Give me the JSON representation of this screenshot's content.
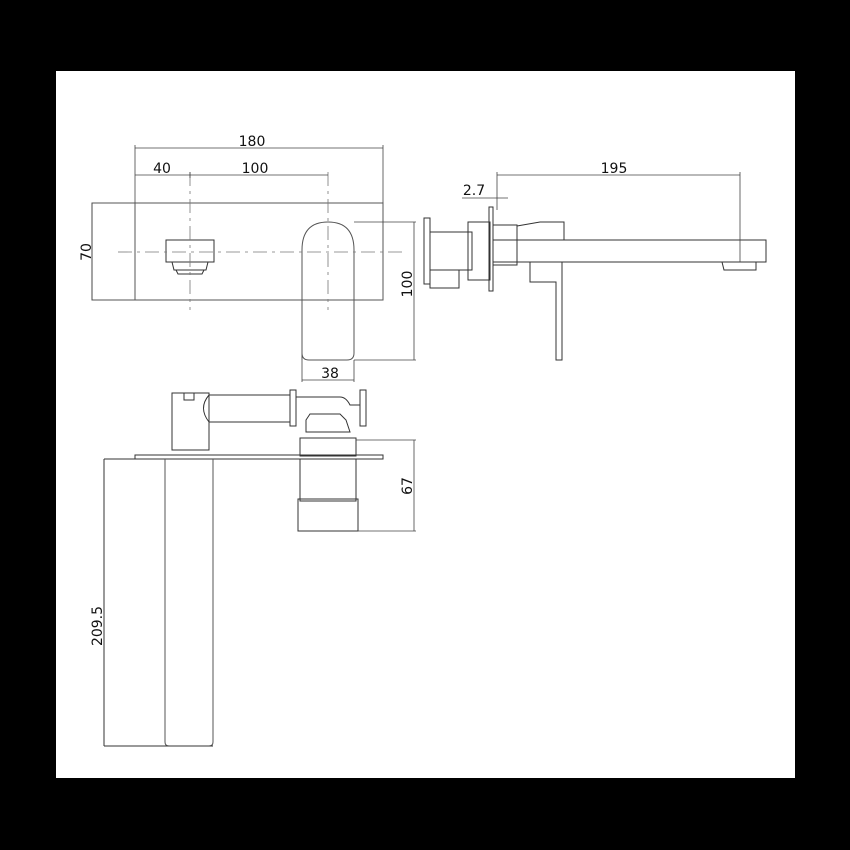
{
  "drawing": {
    "title": "Wall mounted basin mixer with spout - technical dimension drawing",
    "units": "mm",
    "views": {
      "front": {
        "dimensions": {
          "overall_width": "180",
          "spout_offset": "40",
          "spout_to_handle": "100",
          "plate_height": "70",
          "handle_height": "100",
          "handle_width": "38"
        }
      },
      "side": {
        "dimensions": {
          "plate_thickness": "2.7",
          "spout_projection": "195"
        }
      },
      "top": {
        "dimensions": {
          "body_depth": "67",
          "rough_in_length": "209.5"
        }
      }
    }
  }
}
